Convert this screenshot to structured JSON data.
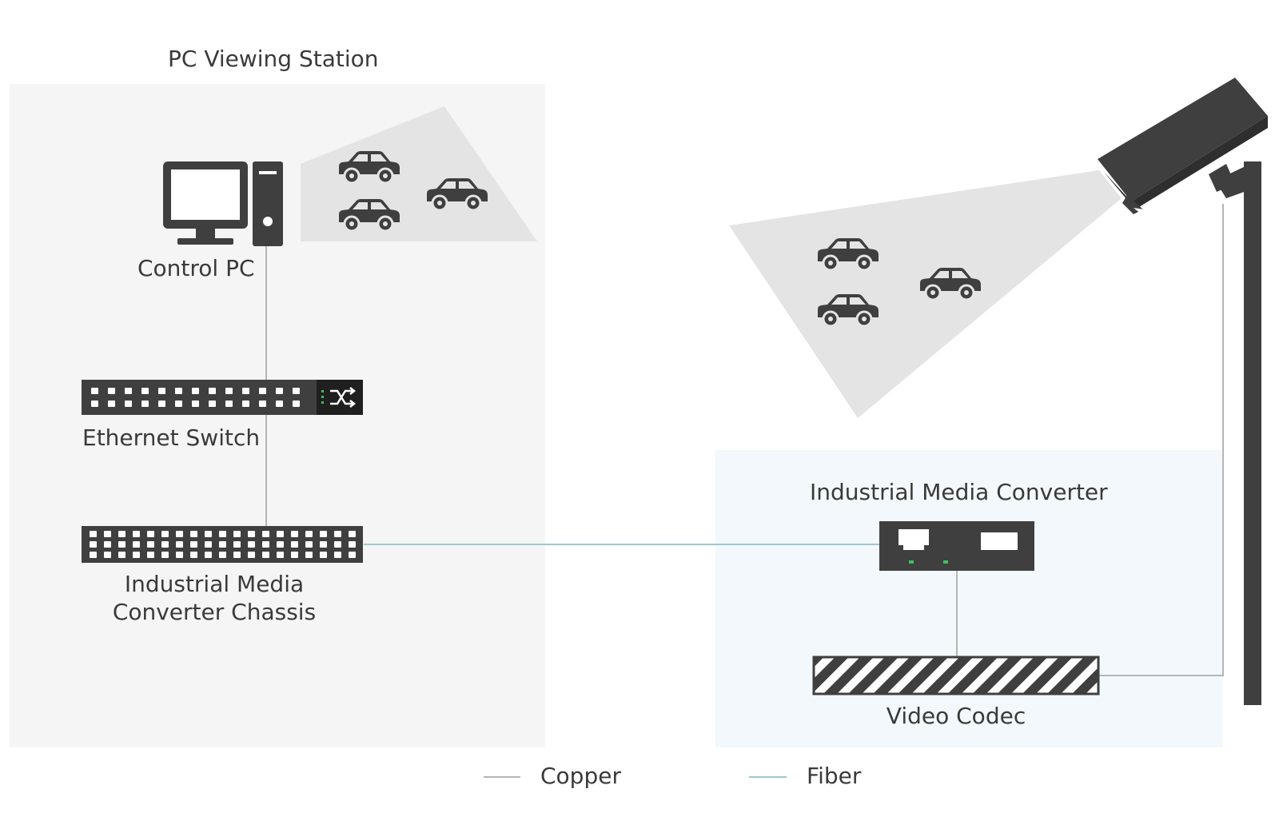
{
  "diagram": {
    "station_title": "PC Viewing Station",
    "nodes": {
      "control_pc": "Control PC",
      "ethernet_switch": "Ethernet Switch",
      "chassis_line1": "Industrial Media",
      "chassis_line2": "Converter Chassis",
      "media_converter": "Industrial Media Converter",
      "video_codec": "Video Codec"
    },
    "legend": {
      "copper": "Copper",
      "fiber": "Fiber"
    },
    "colors": {
      "device": "#3f3f3f",
      "copper": "#b5b5b5",
      "fiber": "#9fc7cf",
      "view_cone": "#e4e4e4",
      "left_panel": "#f5f5f5",
      "right_panel": "#f2f8fb",
      "led": "#3fbf5f"
    }
  }
}
